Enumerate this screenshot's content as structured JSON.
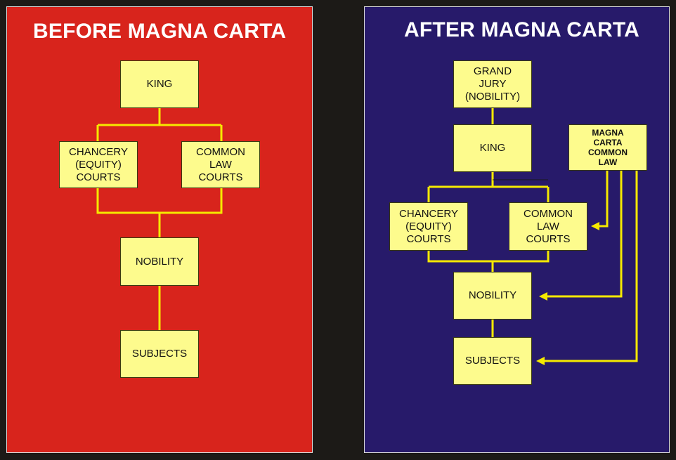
{
  "left": {
    "title": "BEFORE MAGNA CARTA",
    "boxes": {
      "king": "KING",
      "chancery": "CHANCERY\n(EQUITY)\nCOURTS",
      "common_law": "COMMON\nLAW\nCOURTS",
      "nobility": "NOBILITY",
      "subjects": "SUBJECTS"
    }
  },
  "right": {
    "title": "AFTER MAGNA CARTA",
    "boxes": {
      "grand_jury": "GRAND\nJURY\n(NOBILITY)",
      "king": "KING",
      "magna_carta": "MAGNA\nCARTA\nCOMMON\nLAW",
      "chancery": "CHANCERY\n(EQUITY)\nCOURTS",
      "common_law": "COMMON\nLAW\nCOURTS",
      "nobility": "NOBILITY",
      "subjects": "SUBJECTS"
    }
  },
  "colors": {
    "left_background": "#d8241c",
    "right_background": "#271a6a",
    "box_fill": "#fdfb8d",
    "connector": "#f5e900",
    "title_text": "#ffffff"
  }
}
